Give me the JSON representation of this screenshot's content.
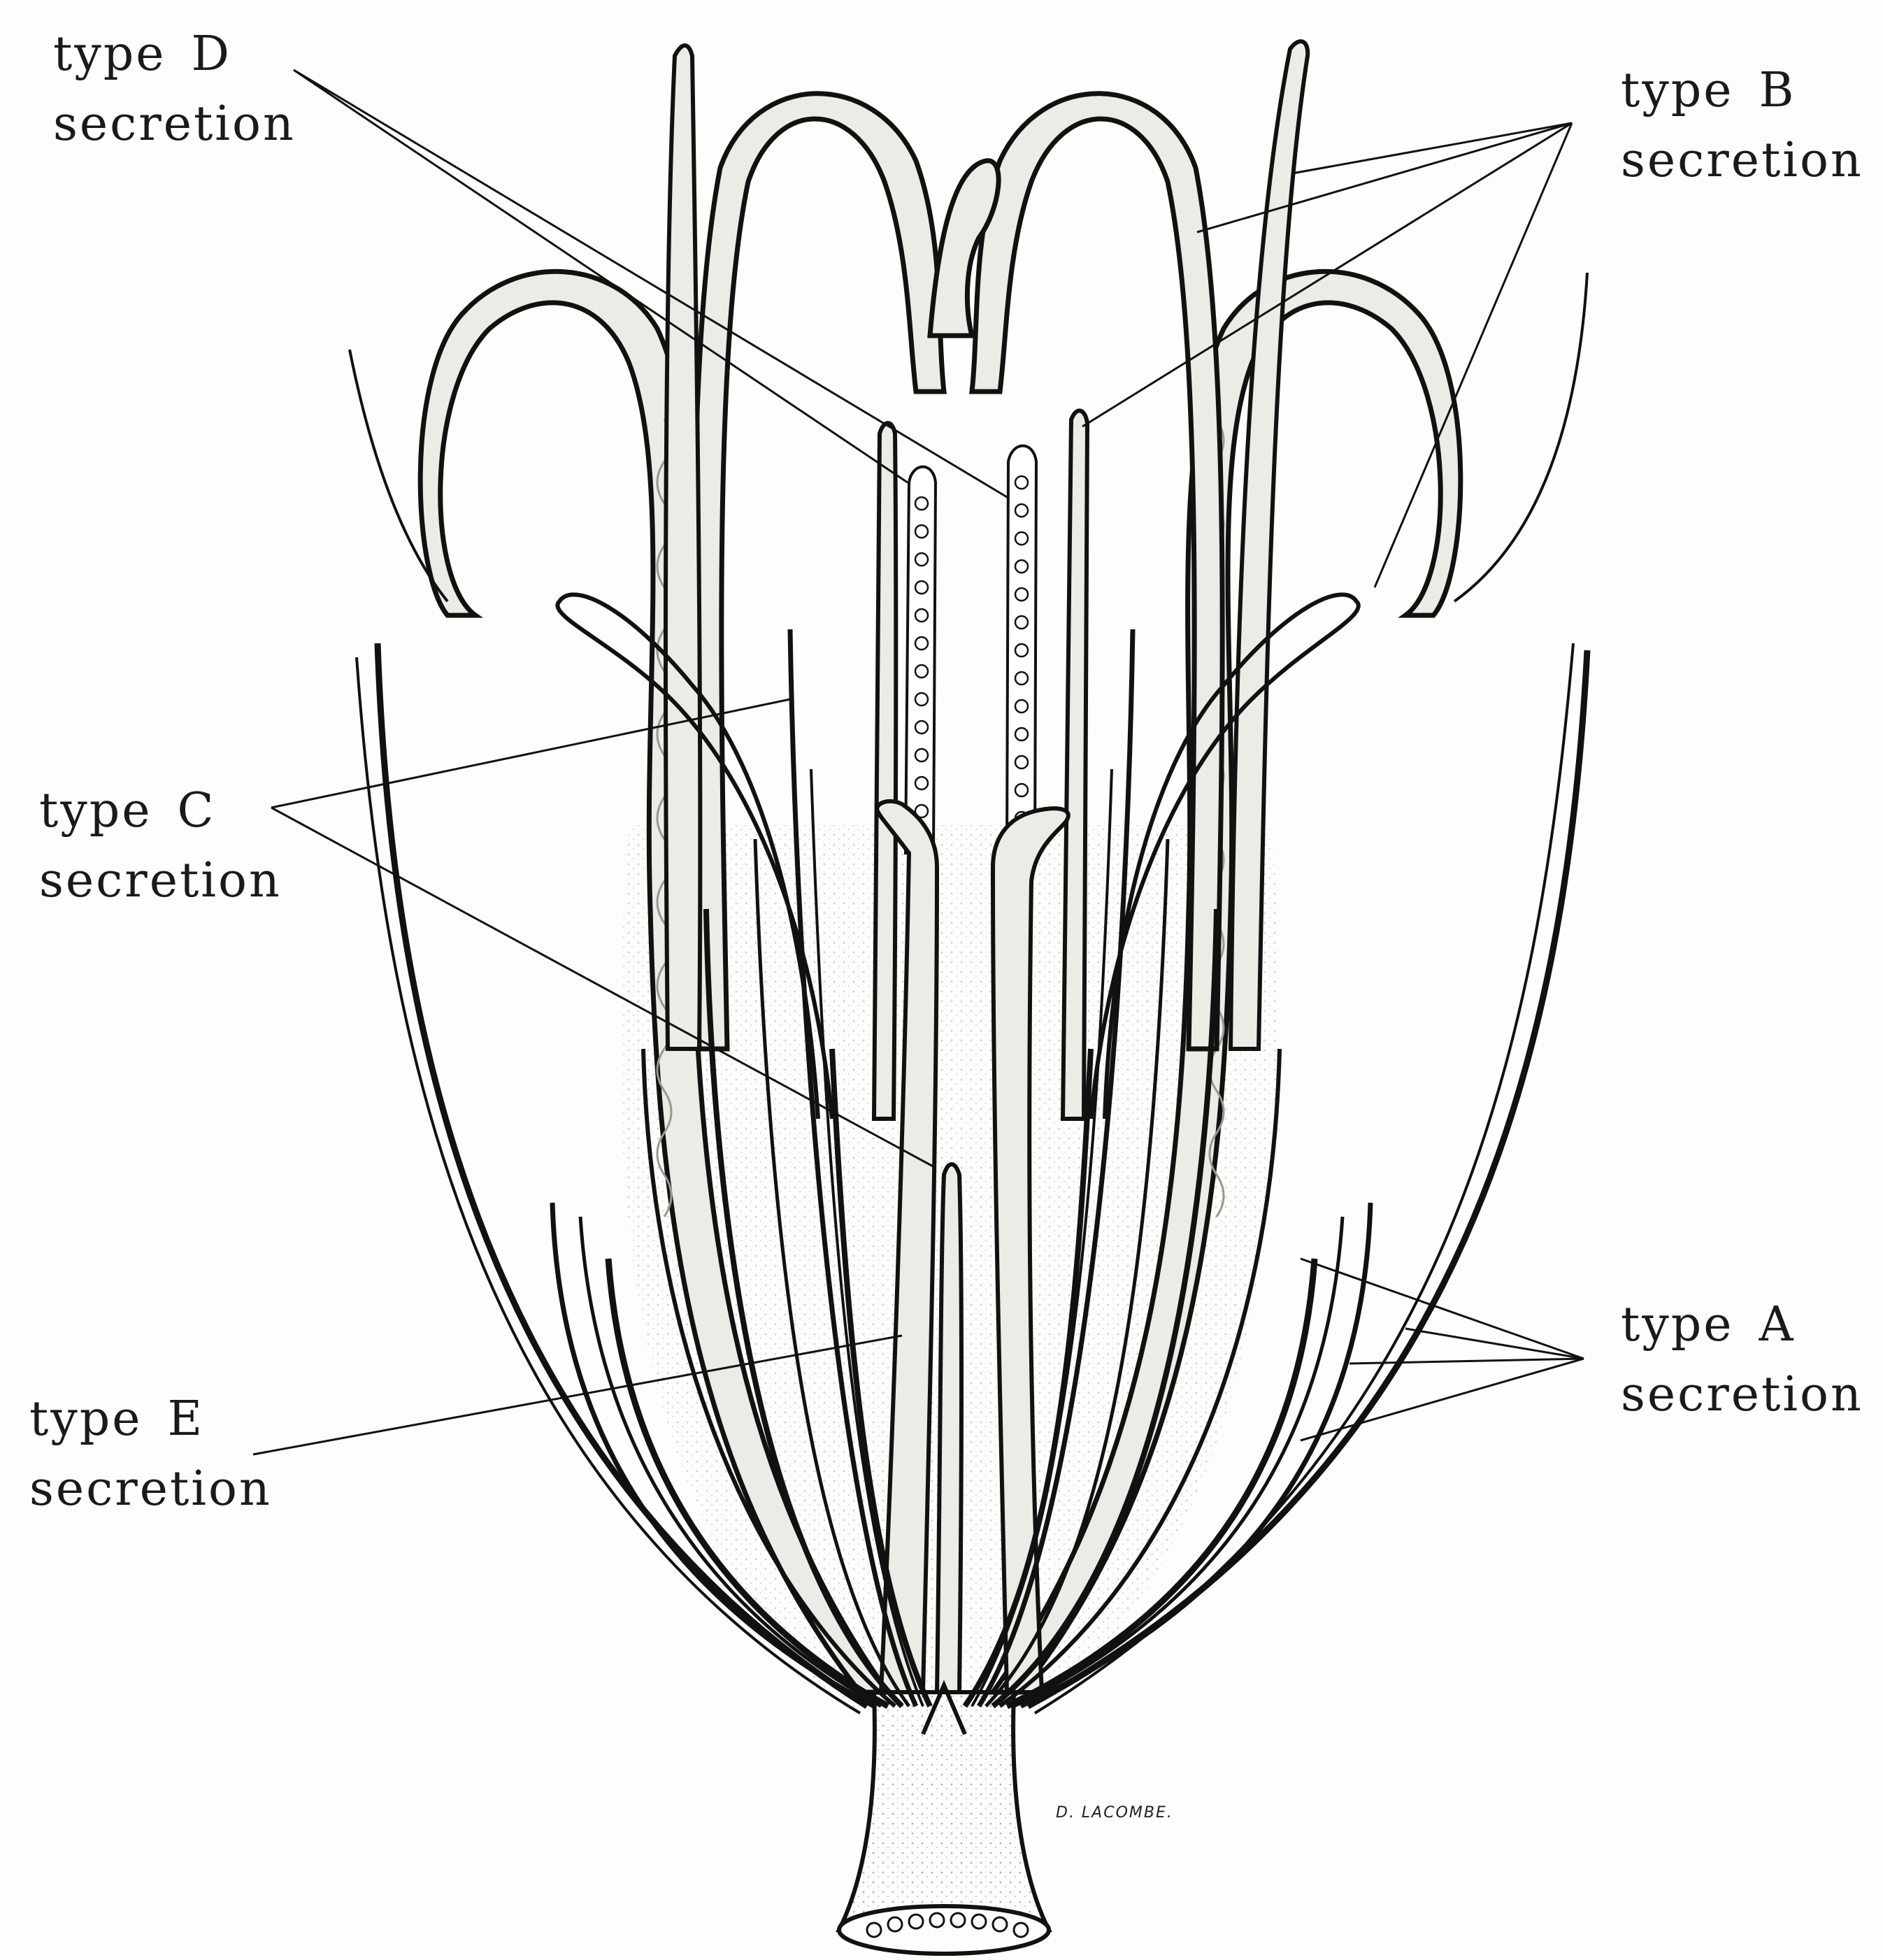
{
  "labels": {
    "d": {
      "type": "type",
      "letter": "D",
      "word": "secretion"
    },
    "b": {
      "type": "type",
      "letter": "B",
      "word": "secretion"
    },
    "c": {
      "type": "type",
      "letter": "C",
      "word": "secretion"
    },
    "a": {
      "type": "type",
      "letter": "A",
      "word": "secretion"
    },
    "e": {
      "type": "type",
      "letter": "E",
      "word": "secretion"
    }
  },
  "signature": "D. LACOMBE.",
  "colors": {
    "ink": "#111111",
    "tube_fill": "#ecebe6",
    "stipple": "#bcbab3",
    "background": "#fdfdfb"
  }
}
